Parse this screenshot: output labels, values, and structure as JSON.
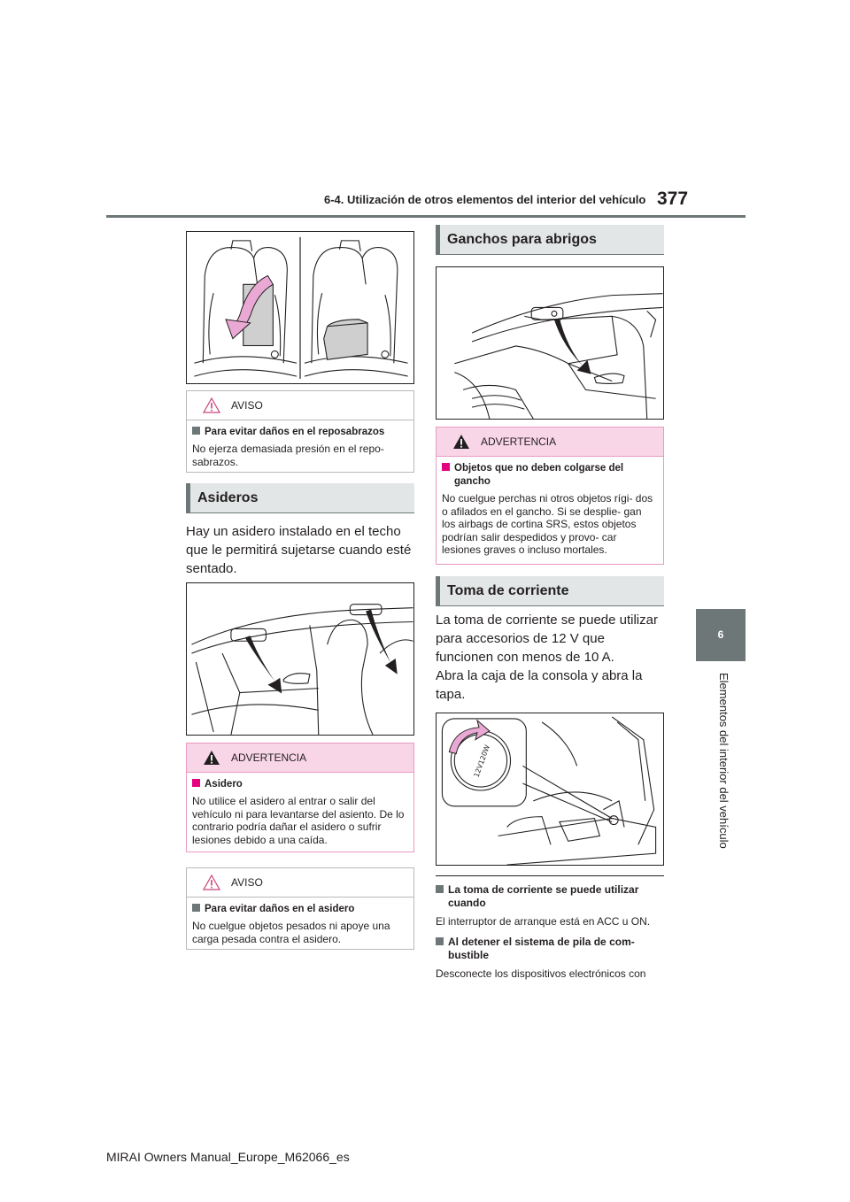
{
  "header": {
    "title": "6-4. Utilización de otros elementos del interior del vehículo",
    "page_number": "377"
  },
  "side_tab": {
    "chapter": "6",
    "label": "Elementos del interior del vehículo"
  },
  "left": {
    "aviso1": {
      "label": "AVISO",
      "subtitle": "Para evitar daños en el reposabrazos",
      "text": "No ejerza demasiada presión en el repo- sabrazos."
    },
    "asideros": {
      "title": "Asideros",
      "intro": "Hay un asidero instalado en el techo que le permitirá sujetarse cuando esté sentado."
    },
    "advertencia": {
      "label": "ADVERTENCIA",
      "subtitle": "Asidero",
      "text": "No utilice el asidero al entrar o salir del vehículo ni para levantarse del asiento. De lo contrario podría dañar el asidero o sufrir lesiones debido a una caída."
    },
    "aviso2": {
      "label": "AVISO",
      "subtitle": "Para evitar daños en el asidero",
      "text": "No cuelgue objetos pesados ni apoye una carga pesada contra el asidero."
    }
  },
  "right": {
    "ganchos": {
      "title": "Ganchos para abrigos"
    },
    "advertencia": {
      "label": "ADVERTENCIA",
      "subtitle": "Objetos que no deben colgarse del gancho",
      "text": "No cuelgue perchas ni otros objetos rígi- dos o afilados en el gancho. Si se desplie- gan los airbags de cortina SRS, estos objetos podrían salir despedidos y provo- car lesiones graves o incluso mortales."
    },
    "toma": {
      "title": "Toma de corriente",
      "para1": "La toma de corriente se puede utilizar para accesorios de 12 V que funcionen con menos de 10 A.",
      "para2": "Abra la caja de la consola y abra la tapa.",
      "sub1": "La toma de corriente se puede utilizar cuando",
      "text1": "El interruptor de arranque está en ACC u ON.",
      "sub2": "Al detener el sistema de pila de com- bustible",
      "text2": "Desconecte los dispositivos electrónicos con"
    },
    "socket_cap_text": "12V120W"
  },
  "footer": {
    "text": "MIRAI Owners Manual_Europe_M62066_es"
  }
}
